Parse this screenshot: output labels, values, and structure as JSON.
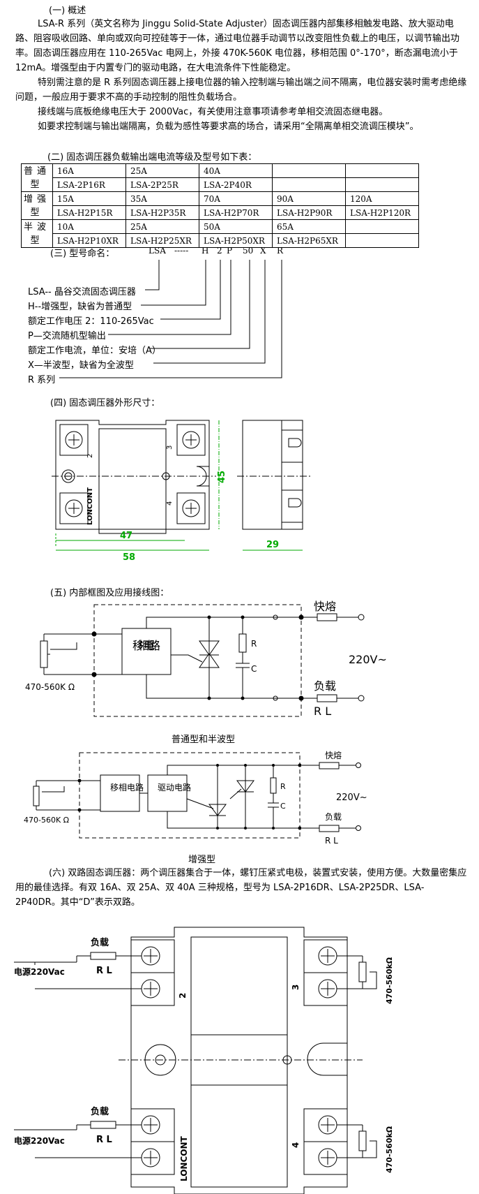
{
  "overview": {
    "heading": "(一) 概述",
    "p1": "LSA-R 系列（英文名称为 Jinggu Solid-State Adjuster）固态调压器内部集移相触发电路、放大驱动电路、阻容吸收回路、单向或双向可控硅等于一体，通过电位器手动调节以改变阻性负载上的电压，以调节输出功率。固态调压器应用在 110-265Vac 电网上，外接 470K-560K 电位器，移相范围 0°-170°，断态漏电流小于 12mA。增强型由于内置专门的驱动电路，在大电流条件下性能稳定。",
    "p2": "特别需注意的是 R 系列固态调压器上接电位器的输入控制端与输出端之间不隔离，电位器安装时需考虑绝缘问题，一般应用于要求不高的手动控制的阻性负载场合。",
    "p3": "接线端与底板绝缘电压大于 2000Vac，有关使用注意事项请参考单相交流固态继电器。",
    "p4": "如要求控制端与输出端隔离，负载为感性等要求高的场合，请采用“全隔离单相交流调压模块”。"
  },
  "models": {
    "heading": "(二) 固态调压器负载输出端电流等级及型号如下表：",
    "rows": [
      {
        "category": "普通型",
        "currents": [
          "16A",
          "25A",
          "40A",
          "",
          ""
        ],
        "models": [
          "LSA-2P16R",
          "LSA-2P25R",
          "LSA-2P40R",
          "",
          ""
        ]
      },
      {
        "category": "增强型",
        "currents": [
          "15A",
          "35A",
          "70A",
          "90A",
          "120A"
        ],
        "models": [
          "LSA-H2P15R",
          "LSA-H2P35R",
          "LSA-H2P70R",
          "LSA-H2P90R",
          "LSA-H2P120R"
        ]
      },
      {
        "category": "半波型",
        "currents": [
          "10A",
          "25A",
          "50A",
          "65A",
          ""
        ],
        "models": [
          "LSA-H2P10XR",
          "LSA-H2P25XR",
          "LSA-H2P50XR",
          "LSA-H2P65XR",
          ""
        ]
      }
    ]
  },
  "naming": {
    "heading": "(三) 型号命名：",
    "code_parts": [
      "LSA",
      "-----",
      "H",
      "2",
      "P",
      "50",
      "X",
      "R"
    ],
    "legend": [
      "LSA-- 晶谷交流固态调压器",
      "H--增强型，缺省为普通型",
      "额定工作电压 2：110-265Vac",
      "P—交流随机型输出",
      "额定工作电流，单位：安培（A）",
      "X—半波型，缺省为全波型",
      "R 系列"
    ]
  },
  "dimensions": {
    "heading": "(四) 固态调压器外形尺寸：",
    "brand": "LONCONT",
    "terminal_labels": [
      "2",
      "3",
      "4"
    ],
    "height": "45",
    "inner_width": "47",
    "outer_width": "58",
    "depth": "29"
  },
  "wiring": {
    "heading": "(五) 内部框图及应用接线图：",
    "phase_block": "移相电路",
    "drive_block": "驱动电路",
    "fuse": "快熔",
    "load": "负载",
    "rl": "R L",
    "r": "R",
    "c": "C",
    "voltage": "220V~",
    "pot": "470-560K Ω",
    "caption1": "普通型和半波型",
    "caption2": "增强型"
  },
  "dual": {
    "heading": "(六) 双路固态调压器：",
    "text": "两个调压器集合于一体，螺钉压紧式电极，装置式安装，使用方便。大数量密集应用的最佳选择。有双 16A、双 25A、双 40A 三种规格，型号为 LSA-2P16DR、LSA-2P25DR、LSA-2P40DR。其中“D”表示双路。",
    "load": "负载",
    "rl": "R L",
    "power": "电源220Vac",
    "pot": "470-560kΩ",
    "brand": "LONCONT",
    "terminal_labels": [
      "2",
      "3",
      "4"
    ]
  },
  "colors": {
    "line": "#000000",
    "dim": "#00aa00"
  }
}
